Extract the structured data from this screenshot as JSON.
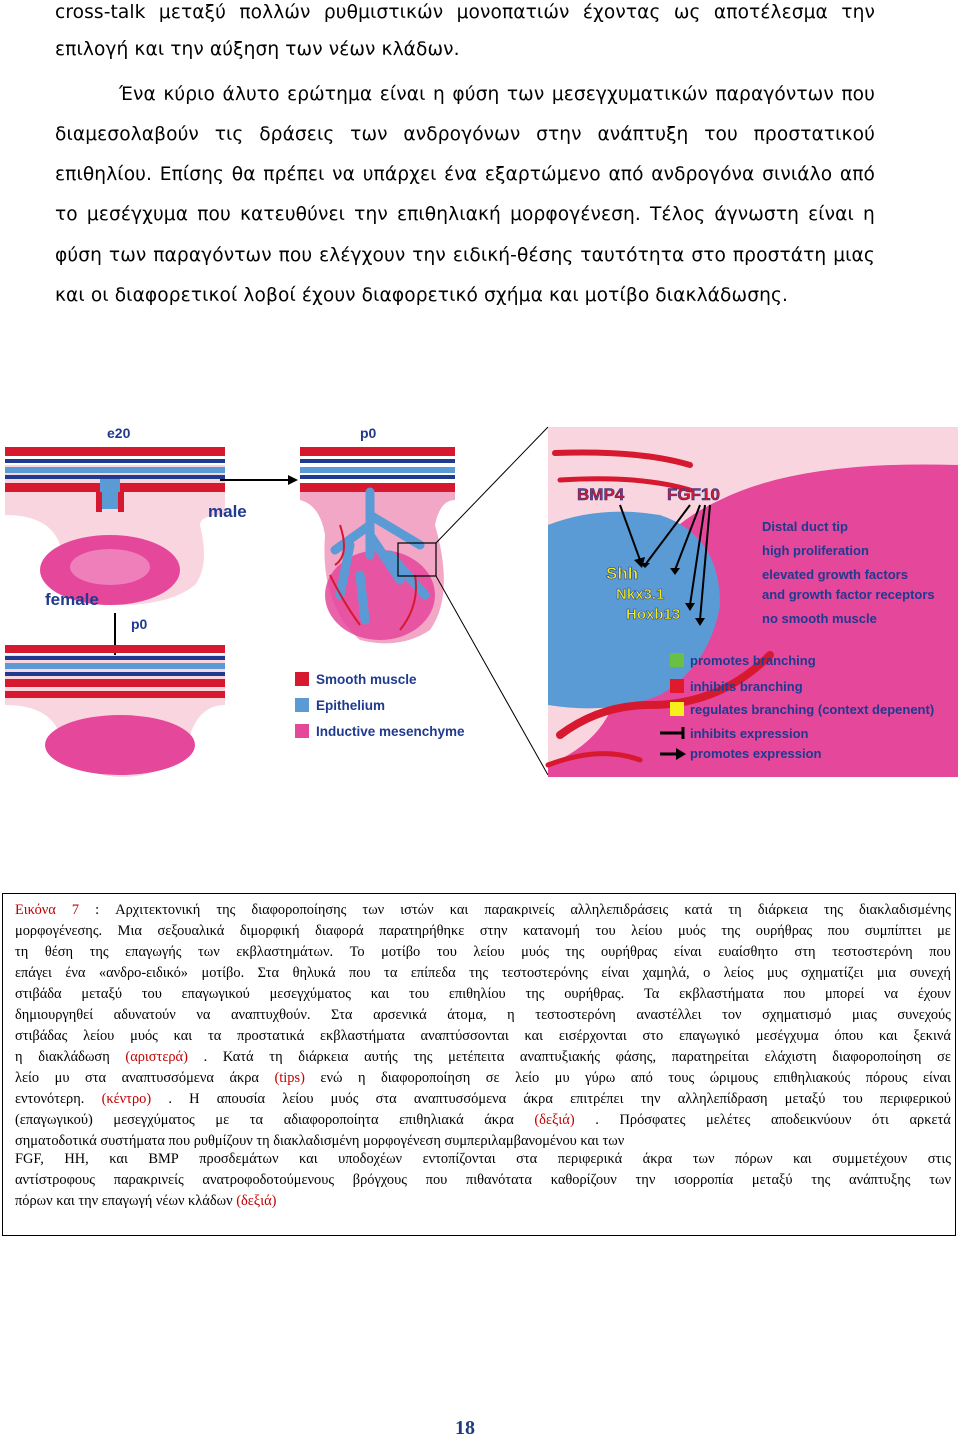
{
  "body": {
    "lines": [
      "cross-talk μεταξύ πολλών ρυθμιστικών μονοπατιών έχοντας ως αποτέλεσμα την",
      "επιλογή και την αύξηση των νέων κλάδων.",
      "Ένα κύριο άλυτο ερώτημα είναι η φύση των μεσεγχυματικών παραγόντων που",
      "διαμεσολαβούν τις δράσεις των ανδρογόνων στην ανάπτυξη του προστατικού",
      "επιθηλίου. Επίσης θα πρέπει να υπάρχει ένα εξαρτώμενο από ανδρογόνα σινιάλο από",
      "το μεσέγχυμα που κατευθύνει την επιθηλιακή μορφογένεση. Τέλος άγνωστη είναι η",
      "φύση των παραγόντων που ελέγχουν την ειδική-θέσης ταυτότητα στο προστάτη μιας",
      "και οι διαφορετικοί λοβοί έχουν διαφορετικό σχήμα και μοτίβο διακλάδωσης."
    ]
  },
  "figure": {
    "labels": {
      "e20": "e20",
      "p0_top": "p0",
      "male": "male",
      "female": "female",
      "p0_bottom": "p0"
    },
    "legend": {
      "smooth_muscle": "Smooth muscle",
      "epithelium": "Epithelium",
      "inductive_mesenchyme": "Inductive mesenchyme"
    },
    "genes": {
      "bmp4": "BMP4",
      "fgf10": "FGF10",
      "shh": "Shh",
      "nkx31": "Nkx3.1",
      "hoxb13": "Hoxb13"
    },
    "tip_info": [
      "Distal duct tip",
      "high proliferation",
      "elevated growth factors",
      "and growth factor receptors",
      "no smooth muscle"
    ],
    "key": {
      "promotes_branching": "promotes branching",
      "inhibits_branching": "inhibits branching",
      "regulates_branching": "regulates branching (context depenent)",
      "inhibits_expression": "inhibits expression",
      "promotes_expression": "promotes expression"
    },
    "colors": {
      "smooth_muscle": "#d7192f",
      "epithelium": "#5b9bd5",
      "mesenchyme": "#e5479b",
      "background_pink": "#f2a7c6",
      "light_pink": "#f9d6df",
      "promotes": "#6abf45",
      "inhibits": "#e01a2c",
      "regulates": "#f7ef1c",
      "header_blue": "#1f3a8f"
    }
  },
  "caption": {
    "lines": [
      {
        "parts": [
          {
            "t": "Εικόνα 7",
            "c": "red"
          },
          {
            "t": ": Αρχιτεκτονική της διαφοροποίησης των ιστών και παρακρινείς αλληλεπιδράσεις κατά τη διάρκεια της διακλαδισμένης"
          }
        ],
        "j": true
      },
      {
        "parts": [
          {
            "t": "μορφογένεσης. Μια σεξουαλικά διμορφική διαφορά παρατηρήθηκε στην κατανομή του λείου μυός της ουρήθρας που συμπίπτει με"
          }
        ],
        "j": true
      },
      {
        "parts": [
          {
            "t": "τη θέση της επαγωγής των εκβλαστημάτων.  Το μοτίβο του λείου μυός της ουρήθρας είναι ευαίσθητο στη τεστοστερόνη που"
          }
        ],
        "j": true
      },
      {
        "parts": [
          {
            "t": "επάγει ένα «ανδρο-ειδικό» μοτίβο. Στα θηλυκά που τα επίπεδα της τεστοστερόνης είναι χαμηλά, ο λείος μυς σχηματίζει μια συνεχή"
          }
        ],
        "j": true
      },
      {
        "parts": [
          {
            "t": "στιβάδα μεταξύ του επαγωγικού μεσεγχύματος και του επιθηλίου της ουρήθρας. Τα εκβλαστήματα που μπορεί να έχουν"
          }
        ],
        "j": true
      },
      {
        "parts": [
          {
            "t": "δημιουργηθεί αδυνατούν να αναπτυχθούν. Στα αρσενικά άτομα, η τεστοστερόνη αναστέλλει τον σχηματισμό μιας συνεχούς"
          }
        ],
        "j": true
      },
      {
        "parts": [
          {
            "t": "στιβάδας λείου μυός και τα προστατικά εκβλαστήματα αναπτύσσονται και εισέρχονται στο επαγωγικό μεσέγχυμα όπου και ξεκινά"
          }
        ],
        "j": true
      },
      {
        "parts": [
          {
            "t": "η διακλάδωση "
          },
          {
            "t": "(αριστερά)",
            "c": "red"
          },
          {
            "t": ". Κατά τη διάρκεια αυτής της μετέπειτα αναπτυξιακής φάσης, παρατηρείται ελάχιστη διαφοροποίηση σε"
          }
        ],
        "j": true
      },
      {
        "parts": [
          {
            "t": "λείο μυ στα αναπτυσσόμενα άκρα "
          },
          {
            "t": "(tips)",
            "c": "red"
          },
          {
            "t": " ενώ η διαφοροποίηση σε λείο μυ γύρω από τους ώριμους επιθηλιακούς πόρους είναι"
          }
        ],
        "j": true
      },
      {
        "parts": [
          {
            "t": "εντονότερη. "
          },
          {
            "t": "(κέντρο)",
            "c": "red"
          },
          {
            "t": ". Η απουσία λείου μυός στα αναπτυσσόμενα άκρα επιτρέπει την αλληλεπίδραση μεταξύ του περιφερικού"
          }
        ],
        "j": true
      },
      {
        "parts": [
          {
            "t": "(επαγωγικού) μεσεγχύματος με τα αδιαφοροποίητα επιθηλιακά άκρα "
          },
          {
            "t": "(δεξιά)",
            "c": "red"
          },
          {
            "t": ". Πρόσφατες μελέτες αποδεικνύουν ότι αρκετά"
          }
        ],
        "j": true
      },
      {
        "parts": [
          {
            "t": "σηματοδοτικά συστήματα που ρυθμίζουν τη διακλαδισμένη μορφογένεση συμπεριλαμβανομένου και των"
          }
        ],
        "j": false
      },
      {
        "parts": [
          {
            "t": " FGF, HH, και BMP προσδεμάτων και υποδοχέων εντοπίζονται στα περιφερικά άκρα των πόρων και συμμετέχουν στις"
          }
        ],
        "j": true
      },
      {
        "parts": [
          {
            "t": "αντίστροφους παρακρινείς ανατροφοδοτούμενους βρόγχους που πιθανότατα καθορίζουν την ισορροπία μεταξύ της ανάπτυξης των"
          }
        ],
        "j": true
      },
      {
        "parts": [
          {
            "t": "πόρων  και την επαγωγή νέων κλάδων "
          },
          {
            "t": "(δεξιά)",
            "c": "red"
          }
        ],
        "j": false
      }
    ]
  },
  "page_number": "18"
}
